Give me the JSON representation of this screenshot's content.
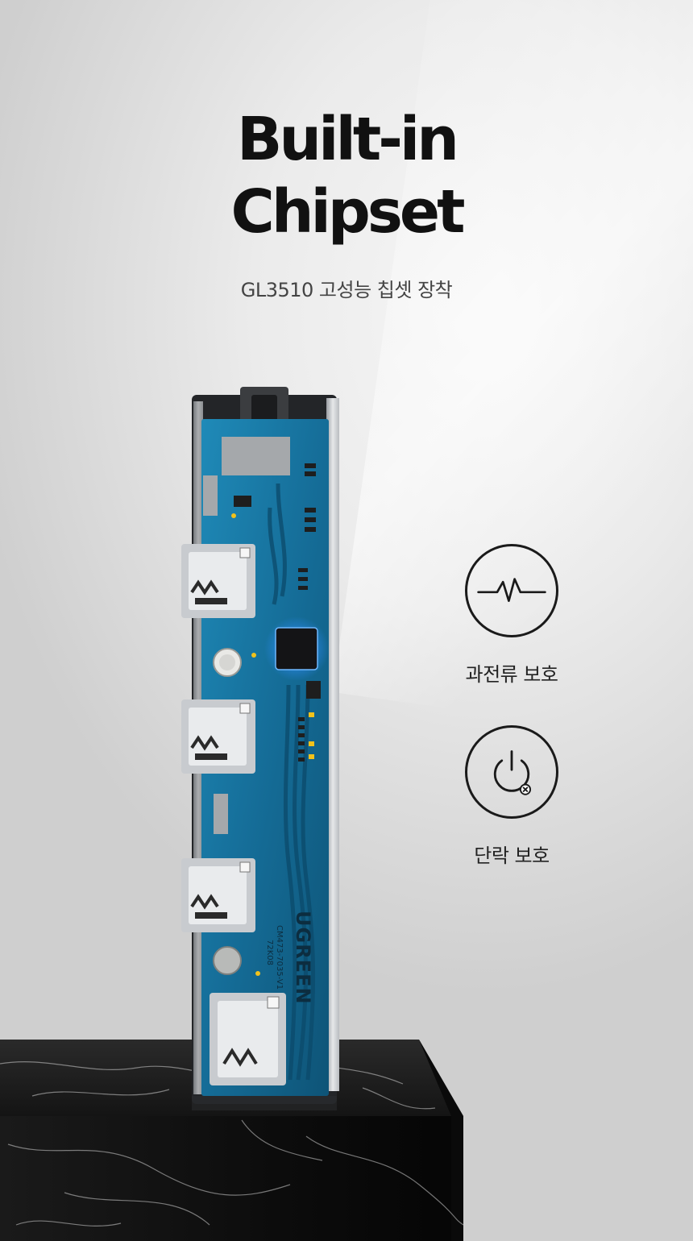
{
  "headline": {
    "line1": "Built-in",
    "line2": "Chipset"
  },
  "subtitle": "GL3510 고성능 칩셋 장착",
  "features": [
    {
      "icon": "pulse-icon",
      "label": "과전류 보호"
    },
    {
      "icon": "power-off-icon",
      "label": "단락 보호"
    }
  ],
  "product": {
    "brand_print": "UGREEN",
    "model_print": "CM473-7035-V1",
    "code_print": "72K08"
  },
  "colors": {
    "pcb": "#1a7aa6",
    "chip_glow": "#4aa8ff",
    "heading": "#111111"
  }
}
